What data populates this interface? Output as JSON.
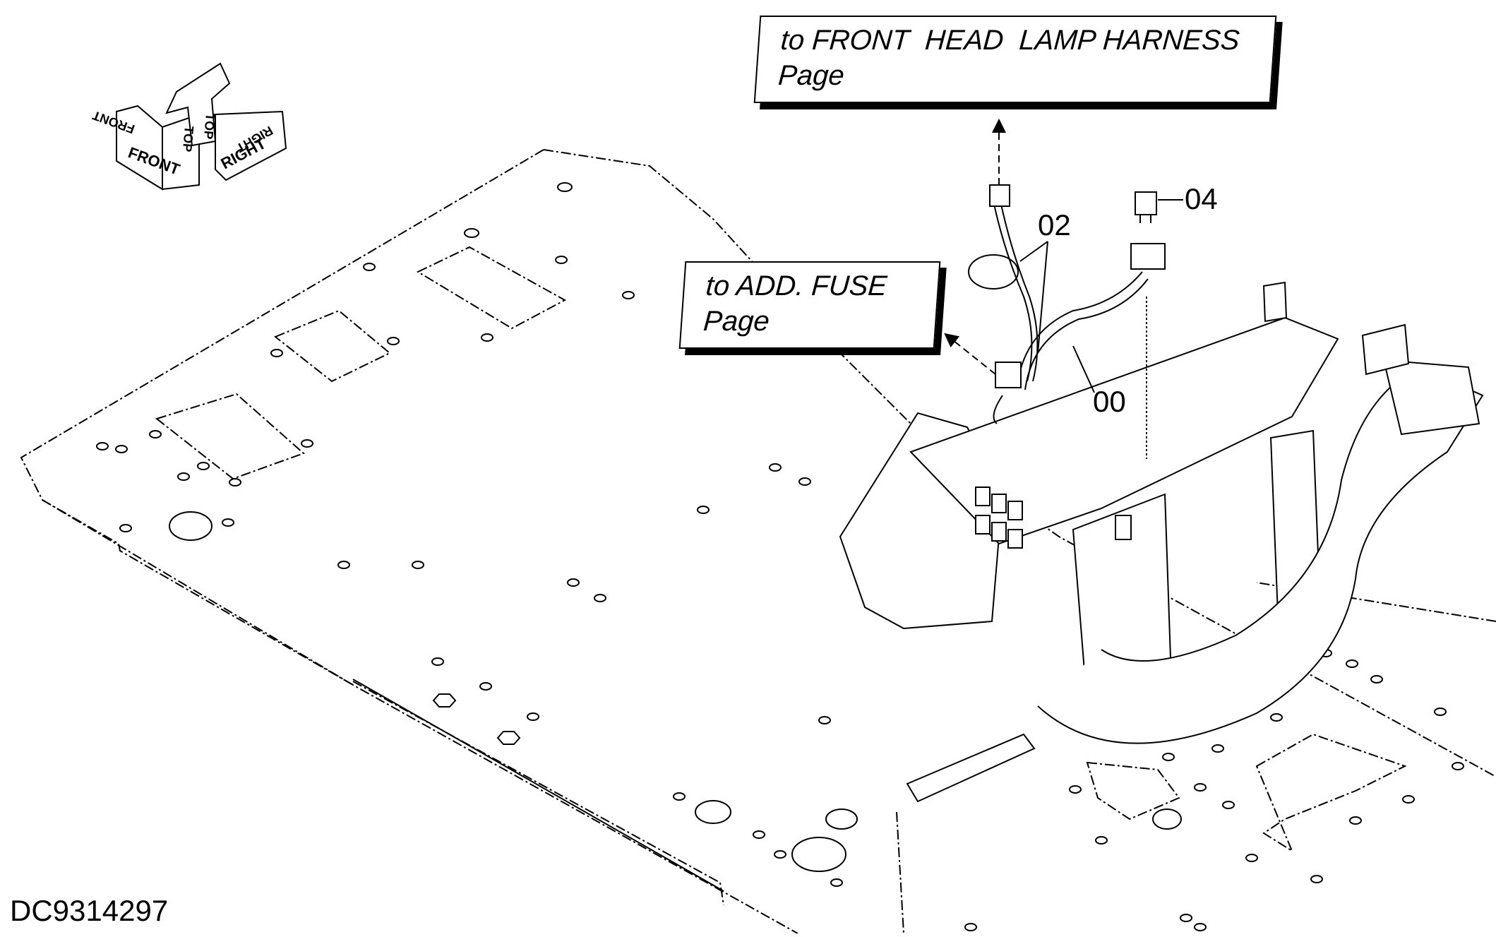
{
  "callouts": {
    "front_head_lamp": {
      "line1": "to FRONT  HEAD  LAMP HARNESS",
      "line2": "Page"
    },
    "add_fuse": {
      "line1": "to ADD. FUSE",
      "line2": "Page"
    }
  },
  "part_numbers": {
    "p00": "00",
    "p02": "02",
    "p04": "04"
  },
  "orientation": {
    "front": "FRONT",
    "top1": "TOP",
    "top2": "TOP",
    "right": "RIGHT",
    "front_mirror": "FRONT",
    "right_mirror": "RIGHT"
  },
  "drawing_id": "DC9314297",
  "colors": {
    "line": "#000000",
    "background": "#ffffff"
  }
}
